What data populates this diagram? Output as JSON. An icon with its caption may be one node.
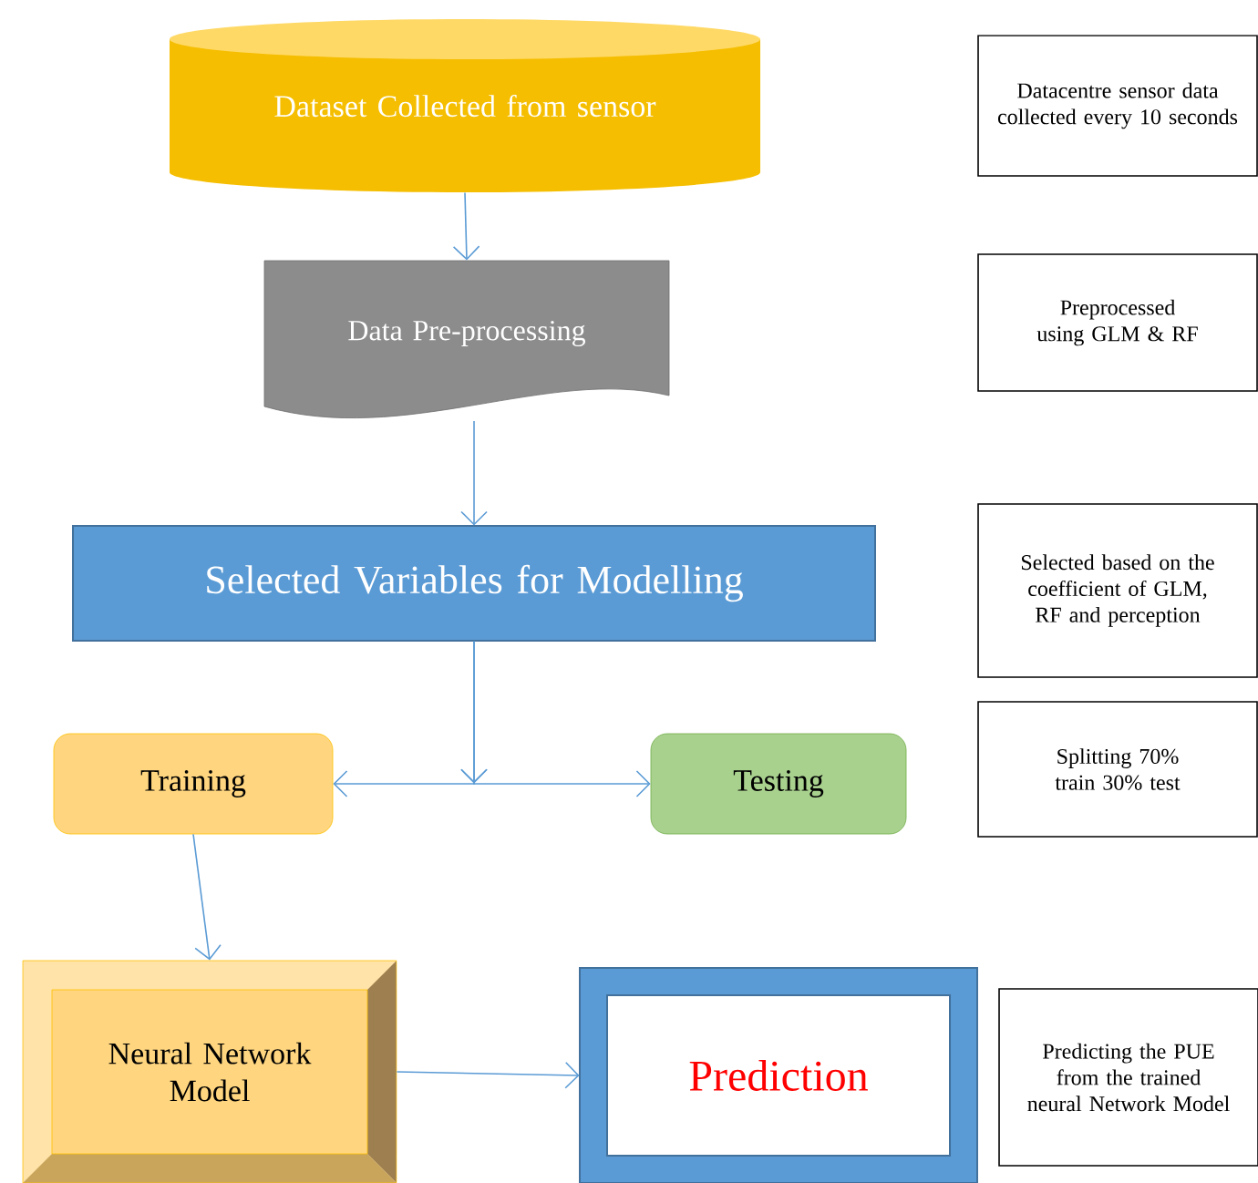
{
  "diagram": {
    "nodes": [
      {
        "text": [
          "Dataset Collected from sensor"
        ]
      },
      {
        "text": [
          "Data Pre-processing"
        ]
      },
      {
        "text": [
          "Selected Variables for Modelling"
        ]
      },
      {
        "text": [
          "Training"
        ]
      },
      {
        "text": [
          "Testing"
        ]
      },
      {
        "text": [
          "Neural Network Model"
        ]
      },
      {
        "text": [
          "Prediction"
        ]
      },
      {
        "text": [
          "Datacentre sensor data collected every 10 seconds"
        ]
      },
      {
        "text": [
          "Preprocessed using GLM & RF"
        ]
      },
      {
        "text": [
          "Selected based on the coefficient of GLM, RF and perception"
        ]
      },
      {
        "text": [
          "Splitting 70% train 30% test"
        ]
      },
      {
        "text": [
          "Predicting the PUE from the trained neural Network Model"
        ]
      }
    ],
    "edges": [
      {
        "from": 0,
        "to": 1,
        "arrow": "to"
      },
      {
        "from": 1,
        "to": 2,
        "arrow": "to"
      },
      {
        "from": 2,
        "to": 3,
        "arrow": "to"
      },
      {
        "from": 2,
        "to": 4,
        "arrow": "to"
      },
      {
        "from": 3,
        "to": 5,
        "arrow": "to"
      },
      {
        "from": 5,
        "to": 6,
        "arrow": "to"
      }
    ]
  }
}
